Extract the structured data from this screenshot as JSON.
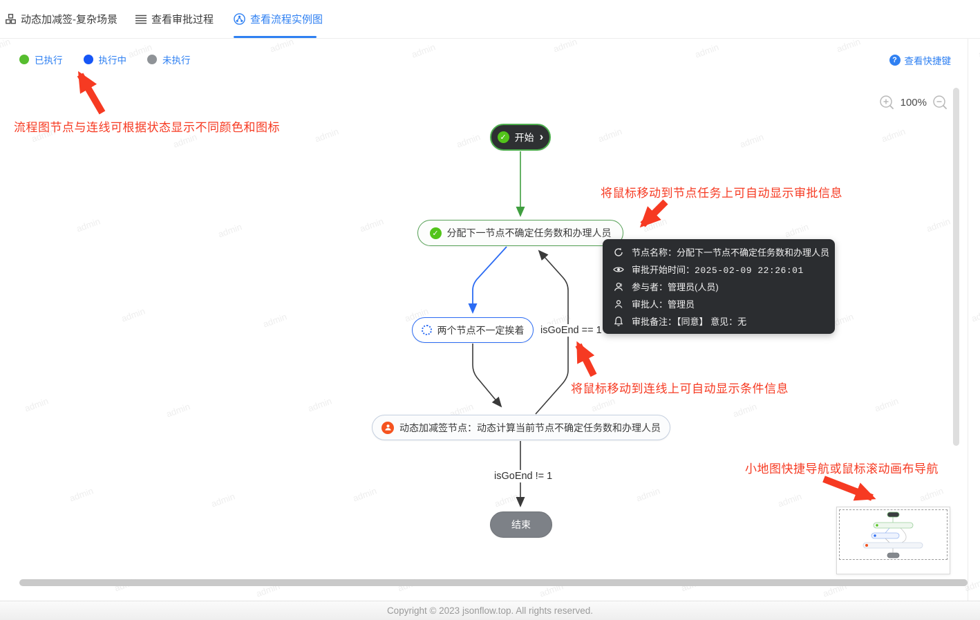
{
  "tabs": [
    {
      "label": "动态加减签-复杂场景",
      "active": false
    },
    {
      "label": "查看审批过程",
      "active": false
    },
    {
      "label": "查看流程实例图",
      "active": true
    }
  ],
  "legend": {
    "items": [
      {
        "label": "已执行",
        "color": "#56bd2f"
      },
      {
        "label": "执行中",
        "color": "#1656f6"
      },
      {
        "label": "未执行",
        "color": "#8f9397"
      }
    ]
  },
  "shortcut_link": {
    "label": "查看快捷键"
  },
  "zoom_control": {
    "level": "100%"
  },
  "annotations": {
    "legend_note": "流程图节点与连线可根据状态显示不同颜色和图标",
    "node_hover_note": "将鼠标移动到节点任务上可自动显示审批信息",
    "edge_hover_note": "将鼠标移动到连线上可自动显示条件信息",
    "minimap_note": "小地图快捷导航或鼠标滚动画布导航",
    "color": "#f63a22"
  },
  "flow": {
    "nodes": {
      "start": {
        "label": "开始",
        "status": "已执行"
      },
      "task1": {
        "label": "分配下一节点不确定任务数和办理人员",
        "status": "已执行"
      },
      "task2": {
        "label": "两个节点不一定挨着",
        "status": "执行中"
      },
      "task3": {
        "label": "动态加减签节点：动态计算当前节点不确定任务数和办理人员",
        "status": "未执行"
      },
      "end": {
        "label": "结束",
        "status": "未执行"
      }
    },
    "edge_labels": {
      "go_back": "isGoEnd == 1",
      "to_end": "isGoEnd != 1"
    }
  },
  "tooltip": {
    "rows": [
      {
        "icon": "sync-icon",
        "label": "节点名称：",
        "value": "分配下一节点不确定任务数和办理人员"
      },
      {
        "icon": "eye-icon",
        "label": "审批开始时间：",
        "value": "2025-02-09 22:26:01"
      },
      {
        "icon": "participants-icon",
        "label": "参与者：",
        "value": "管理员(人员)"
      },
      {
        "icon": "user-icon",
        "label": "审批人：",
        "value": "管理员"
      },
      {
        "icon": "bell-icon",
        "label": "审批备注：",
        "value": "【同意】  意见：无"
      }
    ]
  },
  "watermark": {
    "text": "admin"
  },
  "footer": {
    "copyright": "Copyright © 2023 jsonflow.top. All rights reserved."
  }
}
